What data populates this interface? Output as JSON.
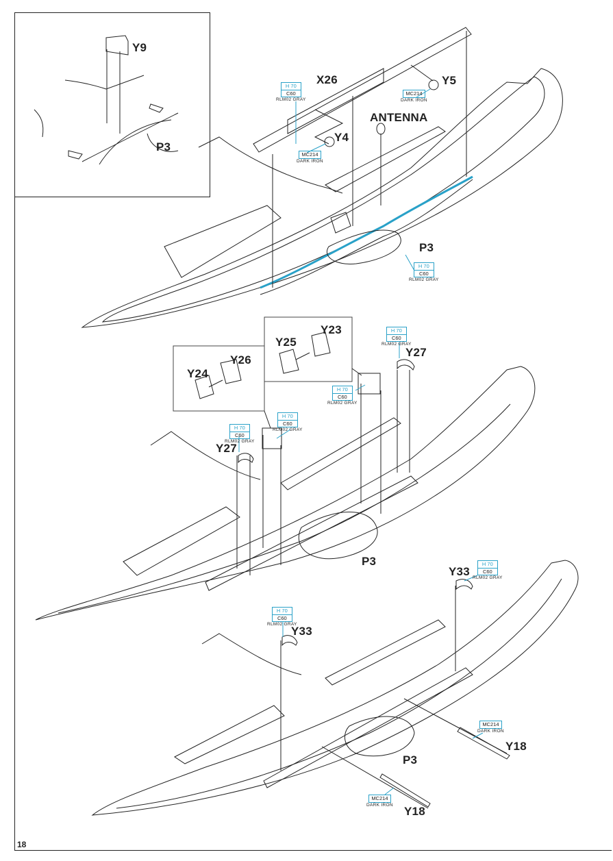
{
  "page": {
    "number": "18",
    "accent_color": "#29a1c8"
  },
  "parts": {
    "y9": "Y9",
    "p3": "P3",
    "x26": "X26",
    "y4": "Y4",
    "y5": "Y5",
    "antenna": "ANTENNA",
    "y23": "Y23",
    "y24": "Y24",
    "y25": "Y25",
    "y26": "Y26",
    "y27": "Y27",
    "y33": "Y33",
    "y18": "Y18"
  },
  "paints": {
    "rlm02": {
      "h": "H 70",
      "c": "C60",
      "name": "RLM02 GRAY"
    },
    "dark_iron": {
      "mc": "MC214",
      "name": "DARK IRON"
    }
  }
}
